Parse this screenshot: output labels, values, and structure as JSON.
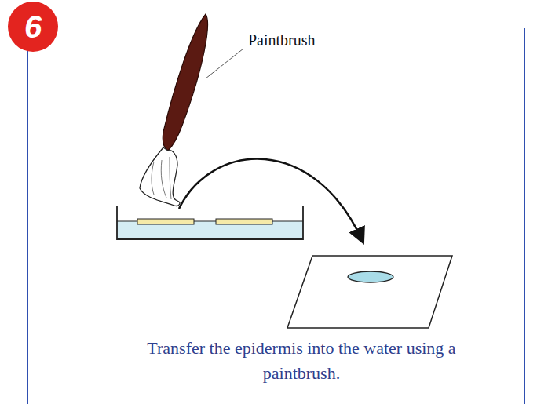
{
  "diagram": {
    "caption": "Transfer the epidermis into the water using a paintbrush.",
    "nodes": [
      {
        "text": [
          "6"
        ]
      }
    ],
    "labels": [
      "Paintbrush"
    ]
  }
}
